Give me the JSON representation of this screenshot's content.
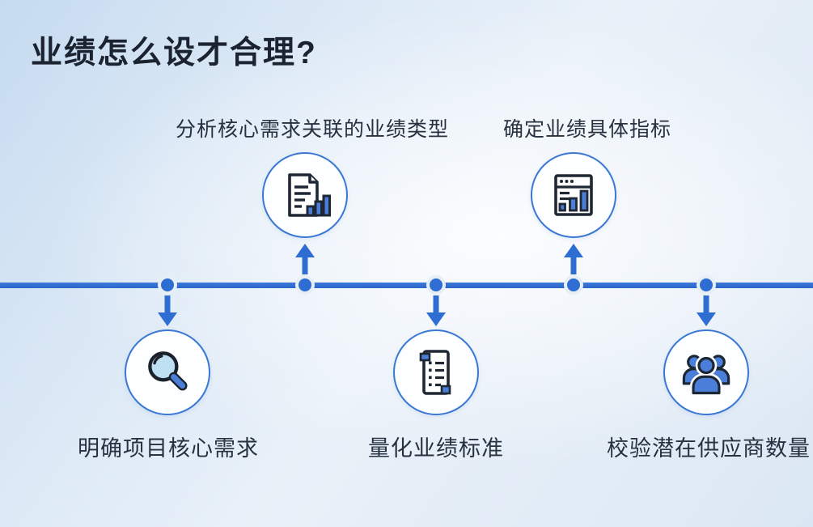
{
  "title": "业绩怎么设才合理?",
  "colors": {
    "accent_blue": "#2e6ed2",
    "icon_fill_blue": "#4a7ed8",
    "icon_outline_dark": "#1e2733",
    "lens_light_blue": "#bfe0f2",
    "title_color": "#1b2330",
    "label_color": "#27313f",
    "circle_fill": "#fcfeff",
    "background_tint": "#d9e7f5"
  },
  "steps": [
    {
      "label": "明确项目核心需求",
      "icon": "magnifier-icon",
      "side": "below"
    },
    {
      "label": "分析核心需求关联的业绩类型",
      "icon": "doc-chart-icon",
      "side": "above"
    },
    {
      "label": "量化业绩标准",
      "icon": "checklist-icon",
      "side": "below"
    },
    {
      "label": "确定业绩具体指标",
      "icon": "report-chart-icon",
      "side": "above"
    },
    {
      "label": "校验潜在供应商数量",
      "icon": "people-icon",
      "side": "below"
    }
  ]
}
